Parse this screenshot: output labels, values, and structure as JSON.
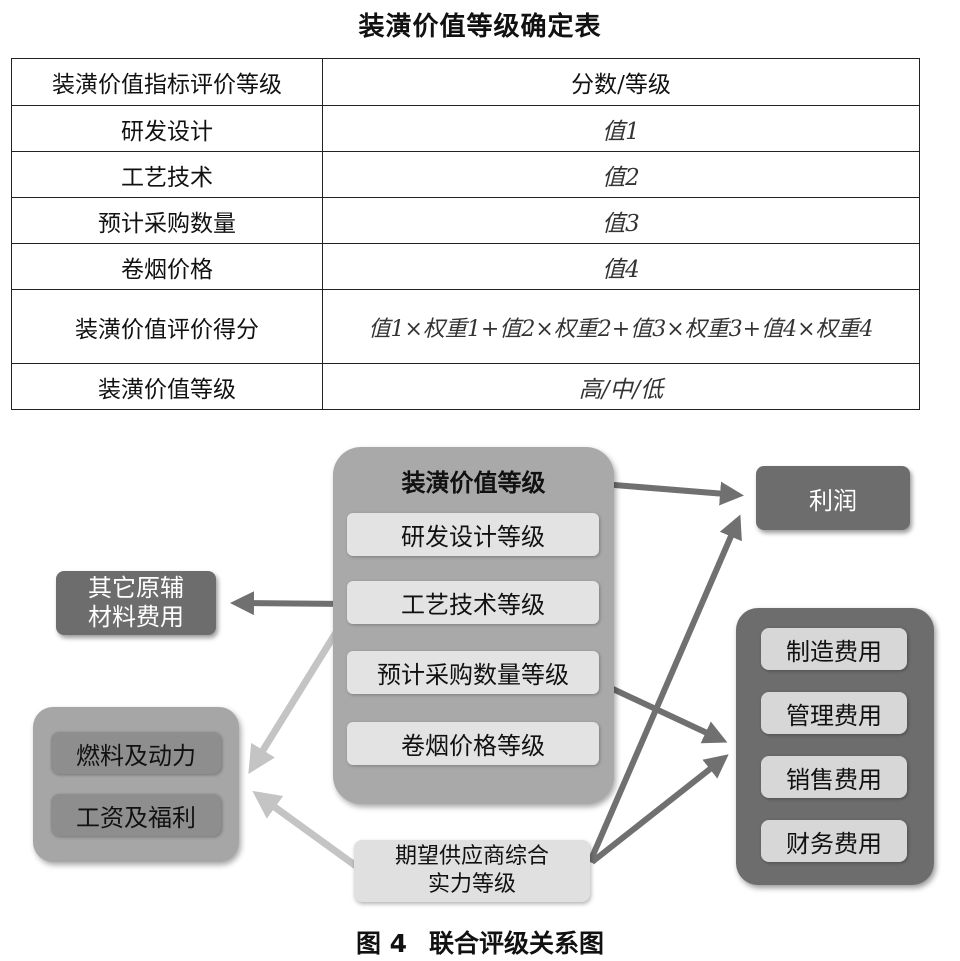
{
  "table": {
    "title": "装潢价值等级确定表",
    "header": [
      "装潢价值指标评价等级",
      "分数/等级"
    ],
    "rows": [
      [
        "研发设计",
        "值1"
      ],
      [
        "工艺技术",
        "值2"
      ],
      [
        "预计采购数量",
        "值3"
      ],
      [
        "卷烟价格",
        "值4"
      ],
      [
        "装潢价值评价得分",
        "值1×权重1+值2×权重2+值3×权重3+值4×权重4"
      ],
      [
        "装潢价值等级",
        "高/中/低"
      ]
    ]
  },
  "diagram": {
    "center_panel": {
      "title": "装潢价值等级",
      "items": [
        "研发设计等级",
        "工艺技术等级",
        "预计采购数量等级",
        "卷烟价格等级"
      ]
    },
    "profit": "利润",
    "other_materials": [
      "其它原辅",
      "材料费用"
    ],
    "left_panel_items": [
      "燃料及动力",
      "工资及福利"
    ],
    "right_panel_items": [
      "制造费用",
      "管理费用",
      "销售费用",
      "财务费用"
    ],
    "supplier": [
      "期望供应商综合",
      "实力等级"
    ]
  },
  "figure_caption": {
    "number": "图 4",
    "title": "联合评级关系图"
  },
  "colors": {
    "dark_gray": "#6d6d6d",
    "mid_gray": "#a9a9a9",
    "light_gray": "#e3e3e3",
    "arrow_dark": "#707070",
    "arrow_light": "#c4c4c4"
  }
}
